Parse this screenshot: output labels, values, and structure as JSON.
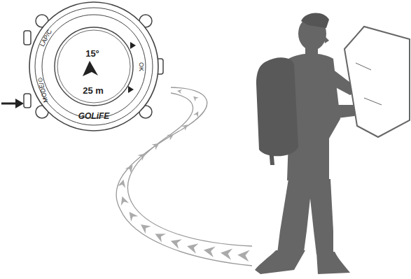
{
  "diagram": {
    "labels": [
      "15°",
      "25 m",
      "LAP/C",
      "MODE/⊙",
      "OK",
      "GOLiFE"
    ]
  }
}
